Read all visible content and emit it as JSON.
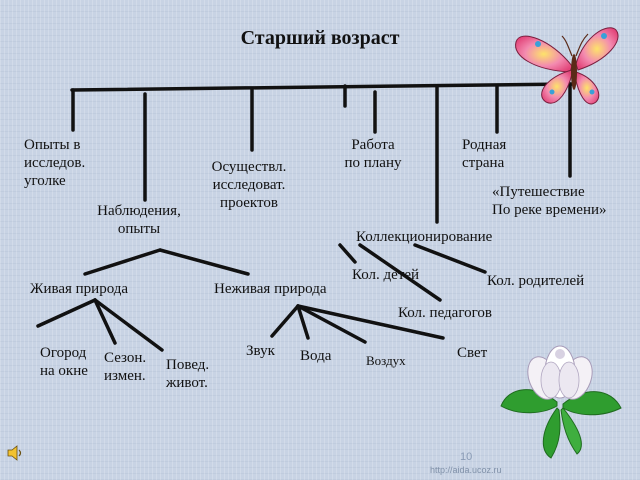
{
  "title": "Старший возраст",
  "top_branches": {
    "opyty": [
      "Опыты в",
      "исследов.",
      "уголке"
    ],
    "nablyudeniya": [
      "Наблюдения,",
      "опыты"
    ],
    "osushchestvl": [
      "Осуществл.",
      "исследоват.",
      "проектов"
    ],
    "rabota": [
      "Работа",
      "по плану"
    ],
    "kollektsionirovanie": "Коллекционирование",
    "rodnaya": [
      "Родная",
      "страна"
    ],
    "puteshestvie": [
      "«Путешествие",
      "По реке времени»"
    ]
  },
  "nature": {
    "zhivaya": "Живая природа",
    "nezhivaya": "Неживая природа"
  },
  "living_items": {
    "ogorod": [
      "Огород",
      "на окне"
    ],
    "sezon": [
      "Сезон.",
      "измен."
    ],
    "poved": [
      "Повед.",
      "живот."
    ]
  },
  "nonliving_items": {
    "zvuk": "Звук",
    "voda": "Вода",
    "vozdukh": "Воздух",
    "svet": "Свет"
  },
  "collections": {
    "deti": "Кол. детей",
    "roditeli": "Кол. родителей",
    "pedagogi": "Кол. педагогов"
  },
  "slide_number": "10",
  "watermark": "http://aida.ucoz.ru",
  "icons": [
    "butterfly-icon",
    "flower-icon",
    "speaker-icon"
  ]
}
